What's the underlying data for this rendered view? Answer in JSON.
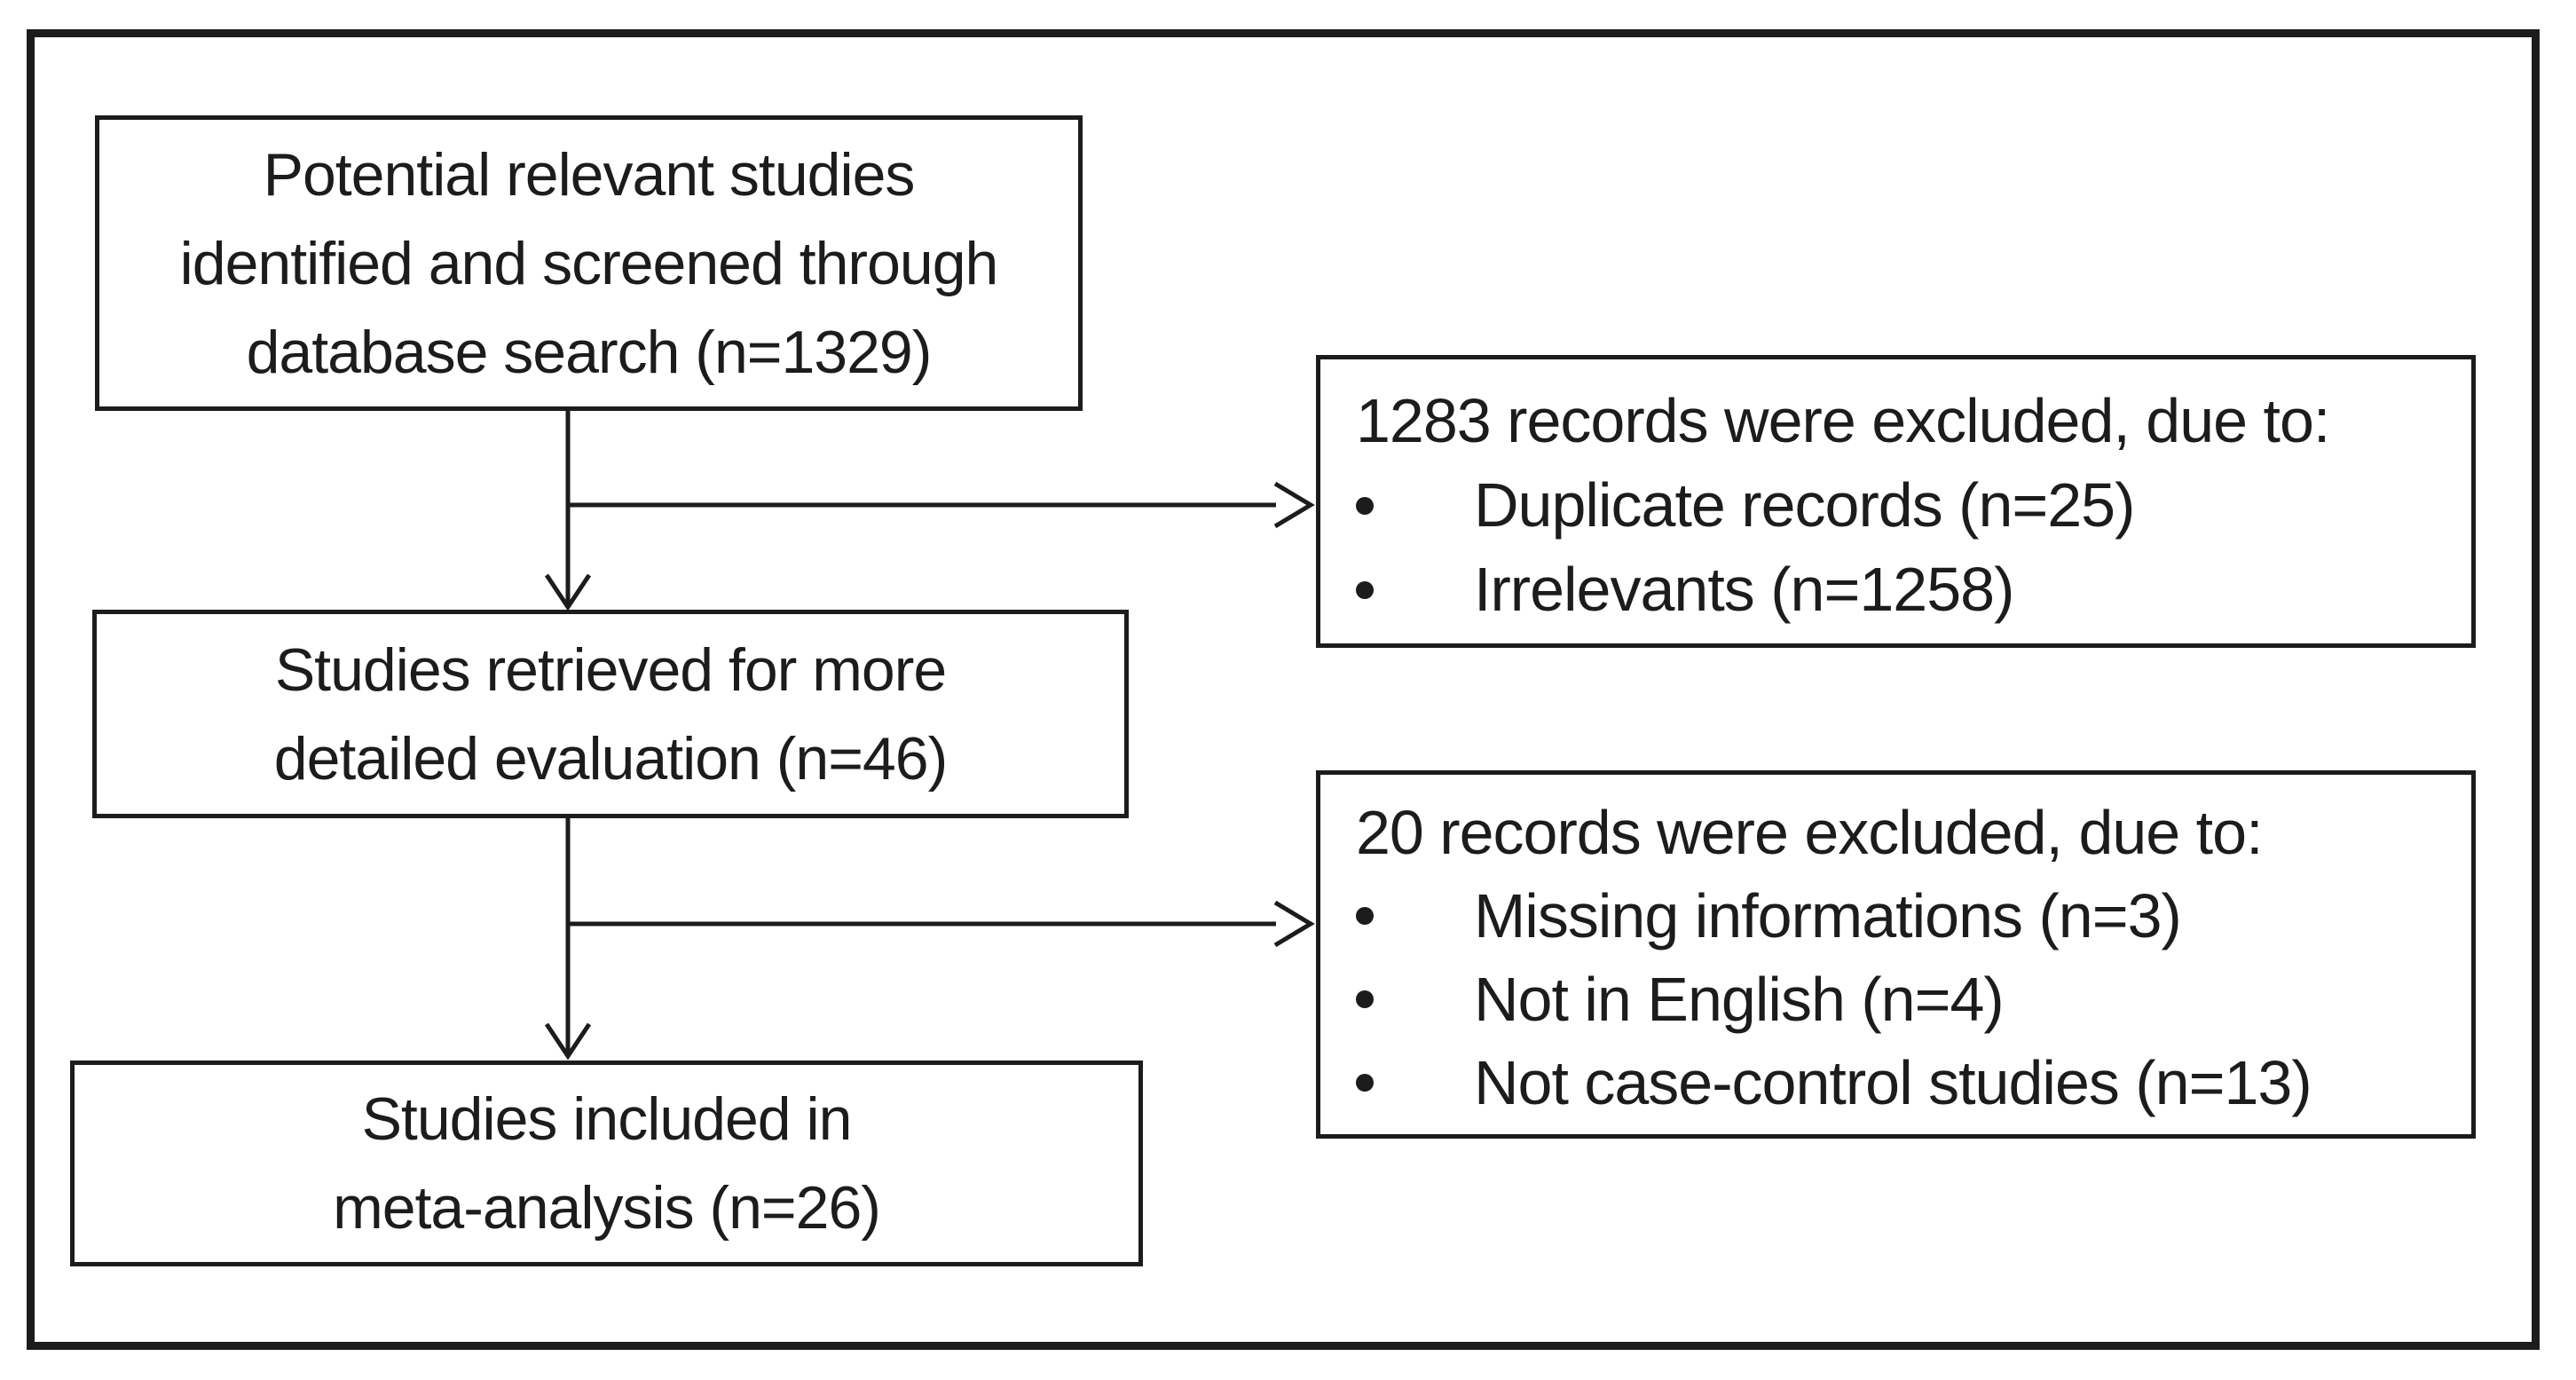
{
  "colors": {
    "ink": "#1c1c1c",
    "paper": "#ffffff"
  },
  "flow": {
    "identified": {
      "lines": [
        "Potential relevant studies",
        "identified and screened through",
        "database search (n=1329)"
      ]
    },
    "excluded_screening": {
      "title": "1283 records were excluded, due to:",
      "bullets": [
        "Duplicate records (n=25)",
        "Irrelevants (n=1258)"
      ]
    },
    "retrieved": {
      "lines": [
        "Studies retrieved for more",
        "detailed evaluation (n=46)"
      ]
    },
    "excluded_evaluation": {
      "title": "20 records were excluded, due to:",
      "bullets": [
        "Missing informations (n=3)",
        "Not in English (n=4)",
        "Not case-control studies (n=13)"
      ]
    },
    "included": {
      "lines": [
        "Studies included in",
        "meta-analysis (n=26)"
      ]
    }
  }
}
